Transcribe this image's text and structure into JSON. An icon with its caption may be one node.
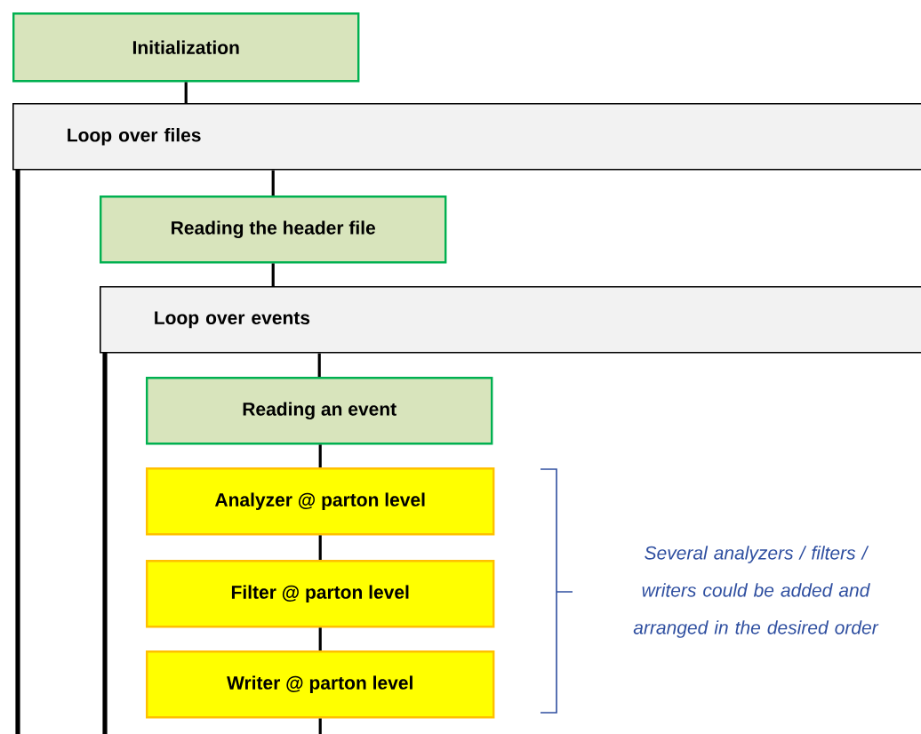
{
  "diagram": {
    "nodes": [
      {
        "text": [
          "Initialization"
        ]
      },
      {
        "text": [
          "Loop over files"
        ]
      },
      {
        "text": [
          "Reading the header file"
        ]
      },
      {
        "text": [
          "Loop over events"
        ]
      },
      {
        "text": [
          "Reading an event"
        ]
      },
      {
        "text": [
          "Analyzer @ parton level"
        ]
      },
      {
        "text": [
          "Filter @ parton level"
        ]
      },
      {
        "text": [
          "Writer @ parton level"
        ]
      }
    ],
    "edges": [
      {
        "from": 0,
        "to": 1,
        "arrow": "none"
      },
      {
        "from": 1,
        "to": 2,
        "arrow": "none"
      },
      {
        "from": 2,
        "to": 3,
        "arrow": "none"
      },
      {
        "from": 3,
        "to": 4,
        "arrow": "none"
      },
      {
        "from": 4,
        "to": 5,
        "arrow": "none"
      },
      {
        "from": 5,
        "to": 6,
        "arrow": "none"
      },
      {
        "from": 6,
        "to": 7,
        "arrow": "none"
      },
      {
        "from": 7,
        "to": null,
        "arrow": "none"
      }
    ],
    "labels": [
      "Several analyzers / filters / writers could be added and arranged in the desired order"
    ]
  }
}
